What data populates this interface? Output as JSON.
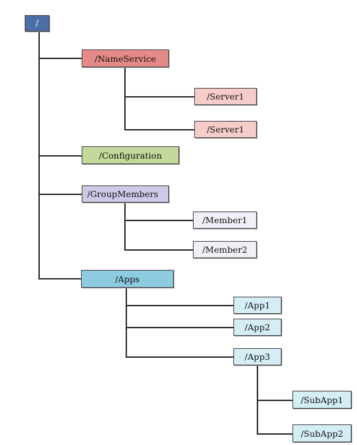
{
  "diagram": {
    "root": {
      "label": "/",
      "color": "#4a6fa5"
    },
    "name_service": {
      "label": "/NameService",
      "color": "#e58a86"
    },
    "ns_server_1": {
      "label": "/Server1",
      "color": "#f6cccb"
    },
    "ns_server_2": {
      "label": "/Server1",
      "color": "#f6cccb"
    },
    "configuration": {
      "label": "/Configuration",
      "color": "#c3d89a"
    },
    "group_members": {
      "label": "/GroupMembers",
      "color": "#cfc8e6"
    },
    "member_1": {
      "label": "/Member1",
      "color": "#f1f0f6"
    },
    "member_2": {
      "label": "/Member2",
      "color": "#f1f0f6"
    },
    "apps": {
      "label": "/Apps",
      "color": "#8ccbe0"
    },
    "app_1": {
      "label": "/App1",
      "color": "#d5eef6"
    },
    "app_2": {
      "label": "/App2",
      "color": "#d5eef6"
    },
    "app_3": {
      "label": "/App3",
      "color": "#d5eef6"
    },
    "subapp_1": {
      "label": "/SubApp1",
      "color": "#d5eef6"
    },
    "subapp_2": {
      "label": "/SubApp2",
      "color": "#d5eef6"
    }
  }
}
